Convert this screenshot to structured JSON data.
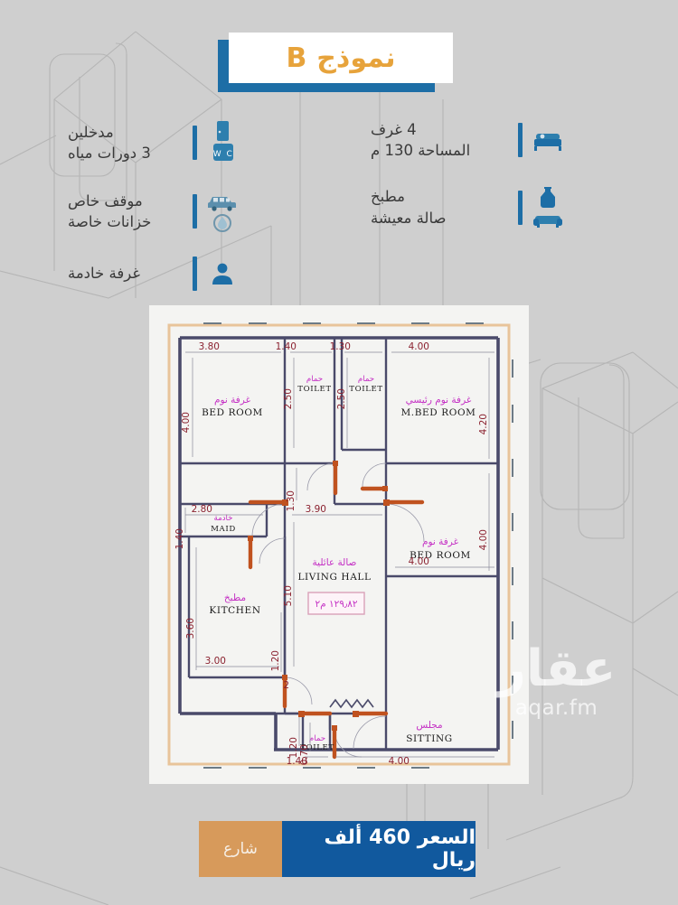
{
  "header": {
    "title": "نموذج B",
    "accent_blue": "#1d6ea6",
    "accent_gold": "#e7a33b"
  },
  "features_right": [
    {
      "icon": "bed-icon",
      "lines": [
        "4 غرف",
        "المساحة 130 م"
      ]
    },
    {
      "icon": "kitchen-sofa-icon",
      "lines": [
        "مطبخ",
        "صالة معيشة"
      ]
    }
  ],
  "features_left": [
    {
      "icon": "door-wc-icon",
      "lines": [
        "مدخلين",
        "3 دورات مياه"
      ]
    },
    {
      "icon": "car-tank-icon",
      "lines": [
        "موقف خاص",
        "خزانات خاصة"
      ]
    },
    {
      "icon": "person-icon",
      "lines": [
        "غرفة خادمة"
      ]
    }
  ],
  "floor_plan": {
    "area_label": "١٢٩٫٨٢ م٢",
    "rooms": [
      {
        "ar": "غرفة نوم",
        "en": "BED ROOM"
      },
      {
        "ar": "حمام",
        "en": "TOILET"
      },
      {
        "ar": "حمام",
        "en": "TOILET"
      },
      {
        "ar": "غرفة نوم رئيسي",
        "en": "M.BED ROOM"
      },
      {
        "ar": "خادمة",
        "en": "MAID"
      },
      {
        "ar": "مطبخ",
        "en": "KITCHEN"
      },
      {
        "ar": "صالة عائلية",
        "en": "LIVING  HALL"
      },
      {
        "ar": "غرفة نوم",
        "en": "BED ROOM"
      },
      {
        "ar": "مجلس",
        "en": "SITTING"
      },
      {
        "ar": "حمام",
        "en": "TOILET"
      }
    ],
    "dimensions": {
      "top_bedroom_w": "3.80",
      "toilet1_w": "1.40",
      "toilet2_w": "1.30",
      "mbed_w": "4.00",
      "bedroom_h": "4.00",
      "toilet1_h": "2.50",
      "toilet2_h": "2.50",
      "mbed_h": "4.20",
      "corridor_h": "1.30",
      "maid_w": "2.80",
      "maid_h": "1.40",
      "hall_w": "3.90",
      "kitchen_h": "3.60",
      "kitchen_w": "3.00",
      "hall_h": "5.10",
      "kitchen_door": "1.20",
      "hall_door": "2",
      "right_bed_h": "4.00",
      "right_bed_w": "4.00",
      "sitting_door": "1.20",
      "toilet3_h": "0.70",
      "toilet3_w": "1.40",
      "sitting_w": "4.00"
    }
  },
  "watermark": {
    "arabic": "عقار",
    "latin": "aqar.fm"
  },
  "footer": {
    "street_label": "شارع",
    "price_label": "السعر 460 ألف ريال",
    "street_color": "#d79a5b",
    "price_color": "#11599e"
  }
}
